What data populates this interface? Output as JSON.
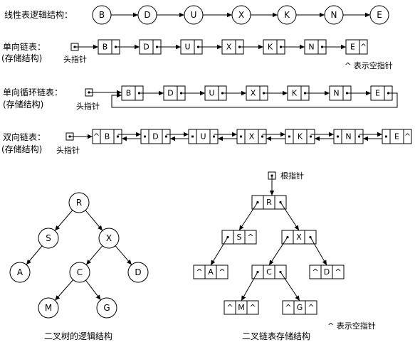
{
  "logical": {
    "label": "线性表逻辑结构：",
    "nodes": [
      "B",
      "D",
      "U",
      "X",
      "K",
      "N",
      "E"
    ]
  },
  "singly": {
    "label1": "单向链表：",
    "label2": "(存储结构)",
    "head_label": "头指针",
    "nodes": [
      "B",
      "D",
      "U",
      "X",
      "K",
      "N",
      "E"
    ],
    "null_mark": "^",
    "null_note": "^ 表示空指针"
  },
  "circular": {
    "label1": "单向循环链表：",
    "label2": "(存储结构)",
    "head_label": "头指针",
    "nodes": [
      "B",
      "D",
      "U",
      "X",
      "K",
      "N",
      "E"
    ]
  },
  "doubly": {
    "label1": "双向链表：",
    "label2": "(存储结构)",
    "head_label": "头指针",
    "nodes": [
      "B",
      "D",
      "U",
      "X",
      "K",
      "N",
      "E"
    ],
    "null_mark": "^"
  },
  "tree_logic": {
    "caption": "二叉树的逻辑结构",
    "nodes": [
      "R",
      "S",
      "X",
      "A",
      "C",
      "D",
      "M",
      "G"
    ]
  },
  "tree_storage": {
    "caption": "二叉链表存储结构",
    "root_label": "根指针",
    "null_mark": "^",
    "null_note": "^ 表示空指针",
    "nodes": [
      "R",
      "S",
      "X",
      "A",
      "C",
      "D",
      "M",
      "G"
    ]
  }
}
